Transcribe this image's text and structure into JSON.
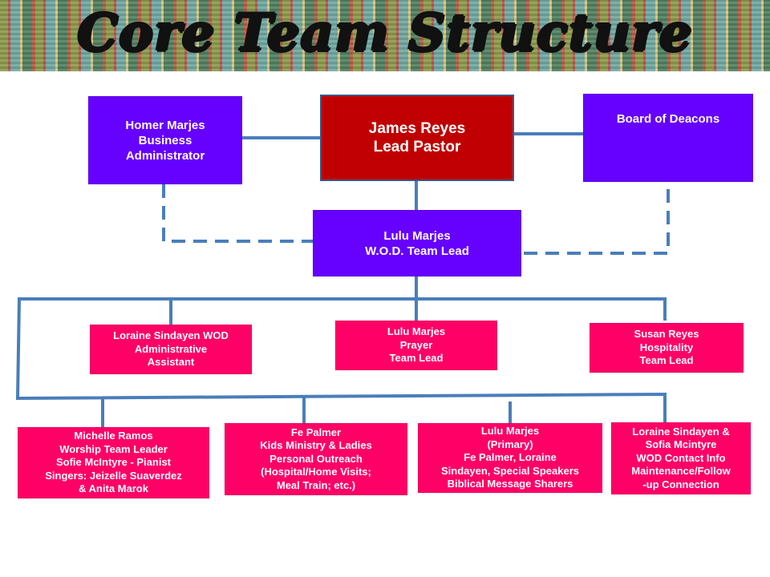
{
  "title": "Core Team Structure",
  "nodes": {
    "lead_pastor": "James Reyes\nLead Pastor",
    "business_admin": "Homer Marjes\nBusiness\nAdministrator",
    "deacons": "Board of Deacons",
    "wod_lead": "Lulu Marjes\nW.O.D.  Team Lead",
    "admin_assistant": "Loraine Sindayen WOD\nAdministrative\nAssistant",
    "prayer": "Lulu Marjes\nPrayer\nTeam Lead",
    "hospitality": "Susan Reyes\nHospitality\nTeam Lead",
    "worship": "Michelle Ramos\nWorship Team  Leader\nSofie McIntyre - Pianist\nSingers: Jeizelle Suaverdez\n& Anita Marok",
    "kids": "Fe Palmer\nKids Ministry & Ladies\nPersonal Outreach\n(Hospital/Home Visits;\nMeal Train; etc.)",
    "biblical": "Lulu Marjes\n(Primary)\nFe Palmer, Loraine\nSindayen, Special Speakers\nBiblical Message Sharers",
    "contact": "Loraine Sindayen &\nSofia Mcintyre\nWOD Contact Info\nMaintenance/Follow\n-up Connection"
  },
  "colors": {
    "purple": "#6600ff",
    "dark_red": "#c00000",
    "pink": "#ff0066",
    "connector": "#4a7ebb"
  }
}
